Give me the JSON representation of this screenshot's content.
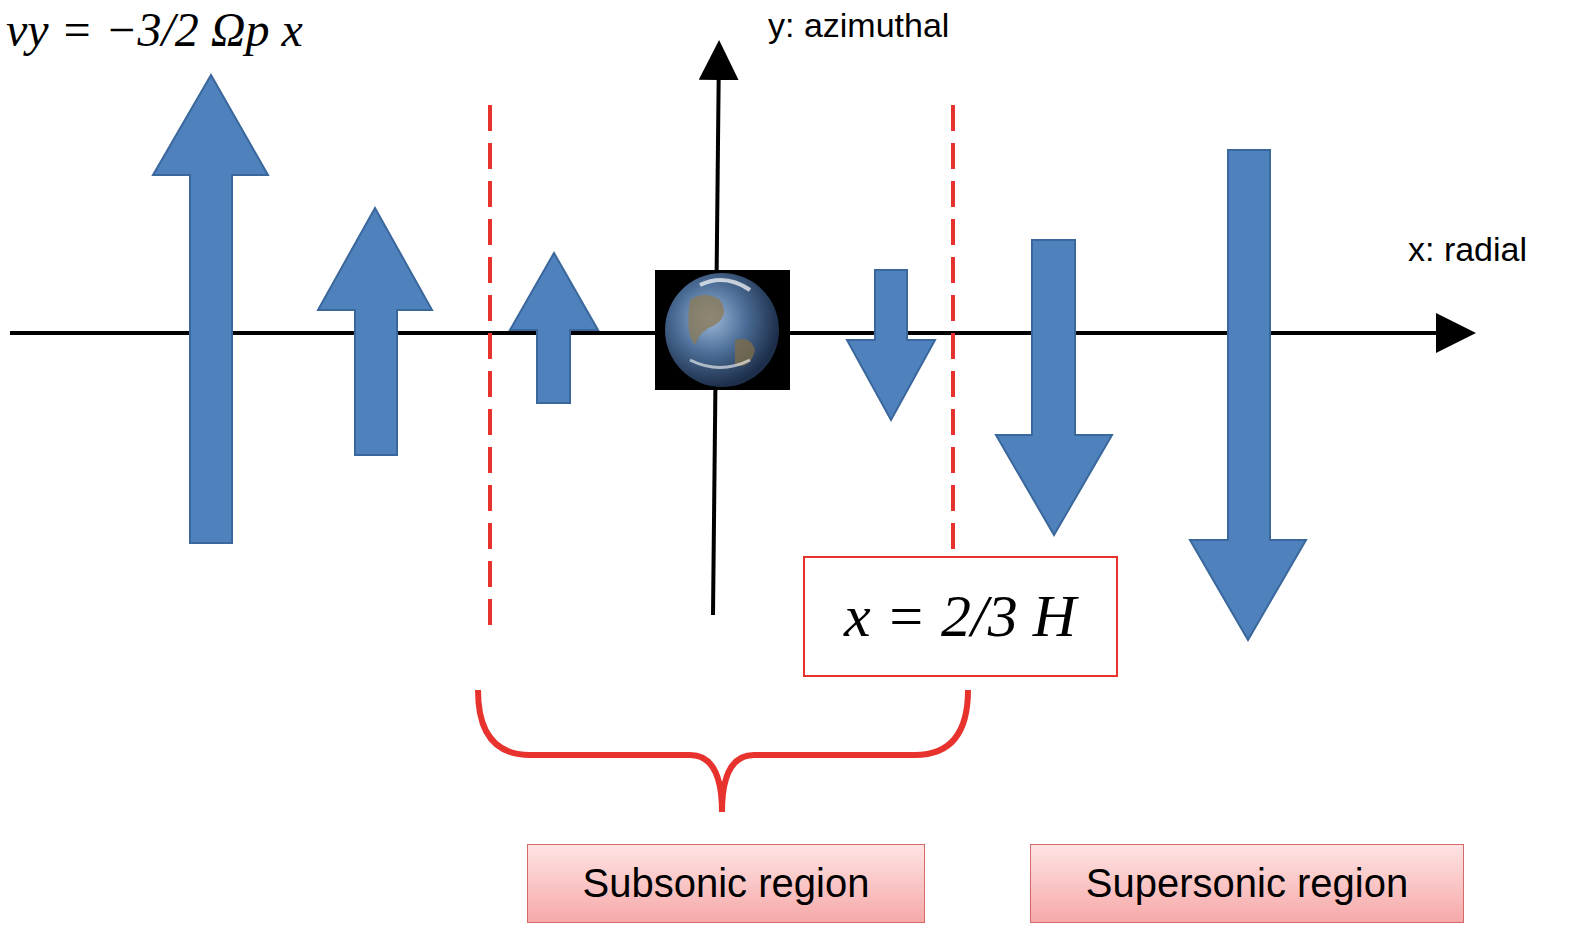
{
  "diagram": {
    "nodes": [
      {
        "text": [
          "x = 2/3 H"
        ]
      },
      {
        "text": [
          "Subsonic region"
        ]
      },
      {
        "text": [
          "Supersonic region"
        ]
      }
    ],
    "labels": [
      "vy = −3/2 Ωp x",
      "y: azimuthal",
      "x: radial"
    ]
  }
}
